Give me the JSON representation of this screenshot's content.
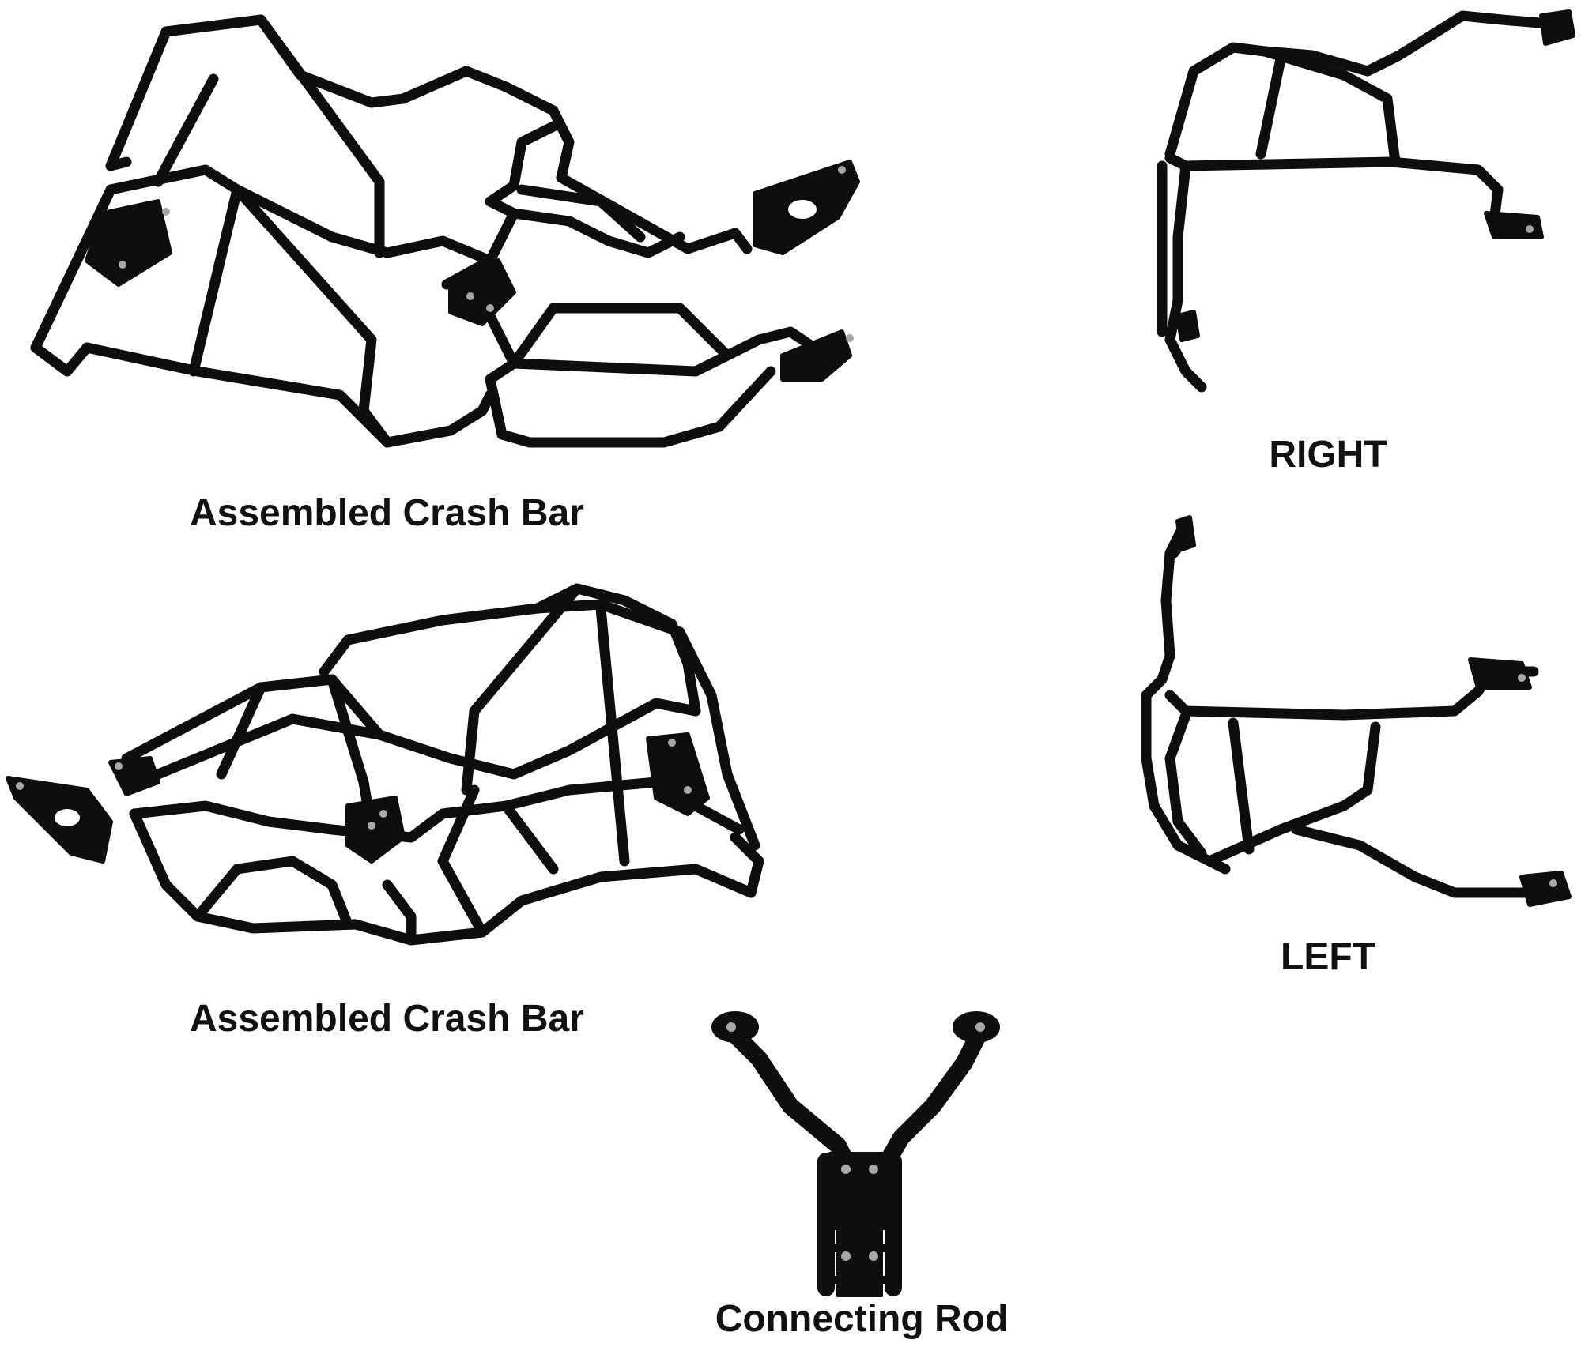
{
  "captions": {
    "assembled_top": "Assembled Crash Bar",
    "assembled_bottom": "Assembled Crash Bar",
    "right": "RIGHT",
    "left": "LEFT",
    "connecting_rod": "Connecting Rod"
  },
  "colors": {
    "background": "#ffffff",
    "tube": "#0e0e0e",
    "caption": "#111111",
    "bolt": "#a8a8a8"
  }
}
